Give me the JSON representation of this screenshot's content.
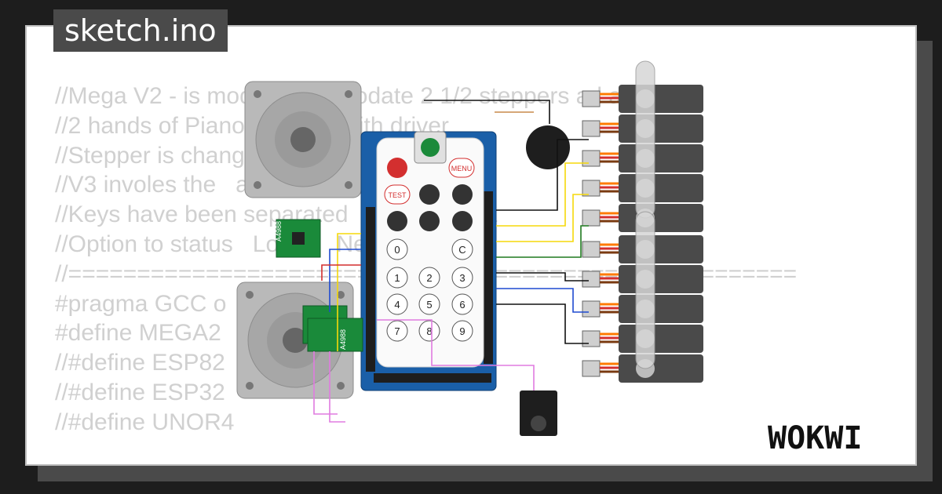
{
  "file": {
    "name": "sketch.ino"
  },
  "code_lines": [
    "//Mega V2 - is mod to accomodate 2 1/2 steppers ad a",
    "//2 hands of Piano   drivers with driver",
    "//Stepper is changed   printout",
    "//V3 involes the   and",
    "//Keys have been separated   Reduced   &",
    "//Option to status   Lower   Nearby",
    "//=====================================================",
    "#pragma GCC o",
    "#define MEGA2",
    "//#define ESP82",
    "//#define ESP32",
    "//#define UNOR4"
  ],
  "remote": {
    "row1": [
      "MENU"
    ],
    "row2": [
      "TEST"
    ],
    "digits": [
      "0",
      "C",
      "1",
      "2",
      "3",
      "4",
      "5",
      "6",
      "7",
      "8",
      "9"
    ]
  },
  "drivers": {
    "label": "A4988"
  },
  "brand": {
    "name": "WOKWI"
  },
  "colors": {
    "background": "#1d1d1d",
    "card": "#ffffff",
    "tab": "#4a4a4a",
    "code_text": "#d0d0d0",
    "mega_board": "#1a5fa8",
    "driver_board": "#1a8a3a",
    "servo_body": "#4a4a4a"
  }
}
